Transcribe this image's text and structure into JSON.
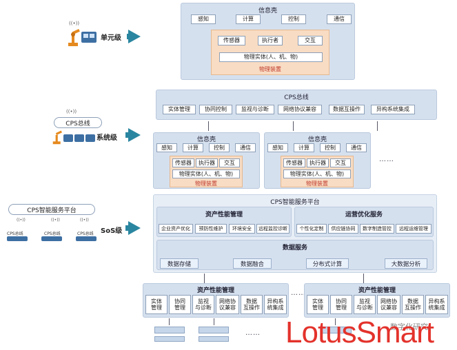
{
  "unit": {
    "level_label": "单元级",
    "panel_title": "信息壳",
    "info_tags": [
      "感知",
      "计算",
      "控制",
      "通信"
    ],
    "device_tags": [
      "传感器",
      "执行者",
      "交互"
    ],
    "physical_entity": "物理实体(人、机、物)",
    "physical_label": "物理装置"
  },
  "system": {
    "bus_label": "CPS总线",
    "level_label": "系统级",
    "panel_title": "CPS总线",
    "bus_tags": [
      "实体管理",
      "协同控制",
      "监视与诊断",
      "网络协议兼容",
      "数据互操作",
      "异构系统集成"
    ],
    "sub_title": "信息壳",
    "sub_info_tags": [
      "感知",
      "计算",
      "控制",
      "通信"
    ],
    "sub_device_tags": [
      "传感器",
      "执行器",
      "交互"
    ],
    "sub_physical_entity": "物理实体(人、机、物)",
    "sub_physical_label": "物理装置",
    "ellipsis": "……"
  },
  "sos": {
    "platform_label": "CPS智能服务平台",
    "level_label": "SoS级",
    "mini_labels": [
      "CPS总线",
      "CPS总线",
      "CPS总线"
    ],
    "panel_title": "CPS智能服务平台",
    "asset_title": "资产性能管理",
    "asset_tags": [
      "企业资产优化",
      "预防性维护",
      "环境安全",
      "远程监控诊断"
    ],
    "ops_title": "运营优化服务",
    "ops_tags": [
      "个性化定制",
      "供应链协同",
      "数字制造管控",
      "远程运维管理"
    ],
    "data_title": "数据服务",
    "data_tags": [
      "数据存储",
      "数据融合",
      "分布式计算",
      "大数据分析"
    ]
  },
  "bottom": {
    "left_title": "资产性能管理",
    "left_tags": [
      "实体\n管理",
      "协同\n管理",
      "监视\n与诊断",
      "网络协\n议兼容",
      "数据\n互操作",
      "异构系\n统集成"
    ],
    "right_title": "资产性能管理",
    "right_tags": [
      "实体\n管理",
      "协同\n管理",
      "监视\n与诊断",
      "网络协\n议兼容",
      "数据\n互操作",
      "异构系\n统集成"
    ],
    "ellipsis_mid": "……",
    "ellipsis_low": "……"
  },
  "watermark": {
    "brand": "LotusSmart",
    "small": "数字化研究"
  },
  "colors": {
    "arrow": "#2a86a0",
    "panel": "#d5e0ee",
    "physical": "#f8dcc3",
    "physical_text": "#c0392b",
    "watermark": "#e3322b"
  }
}
